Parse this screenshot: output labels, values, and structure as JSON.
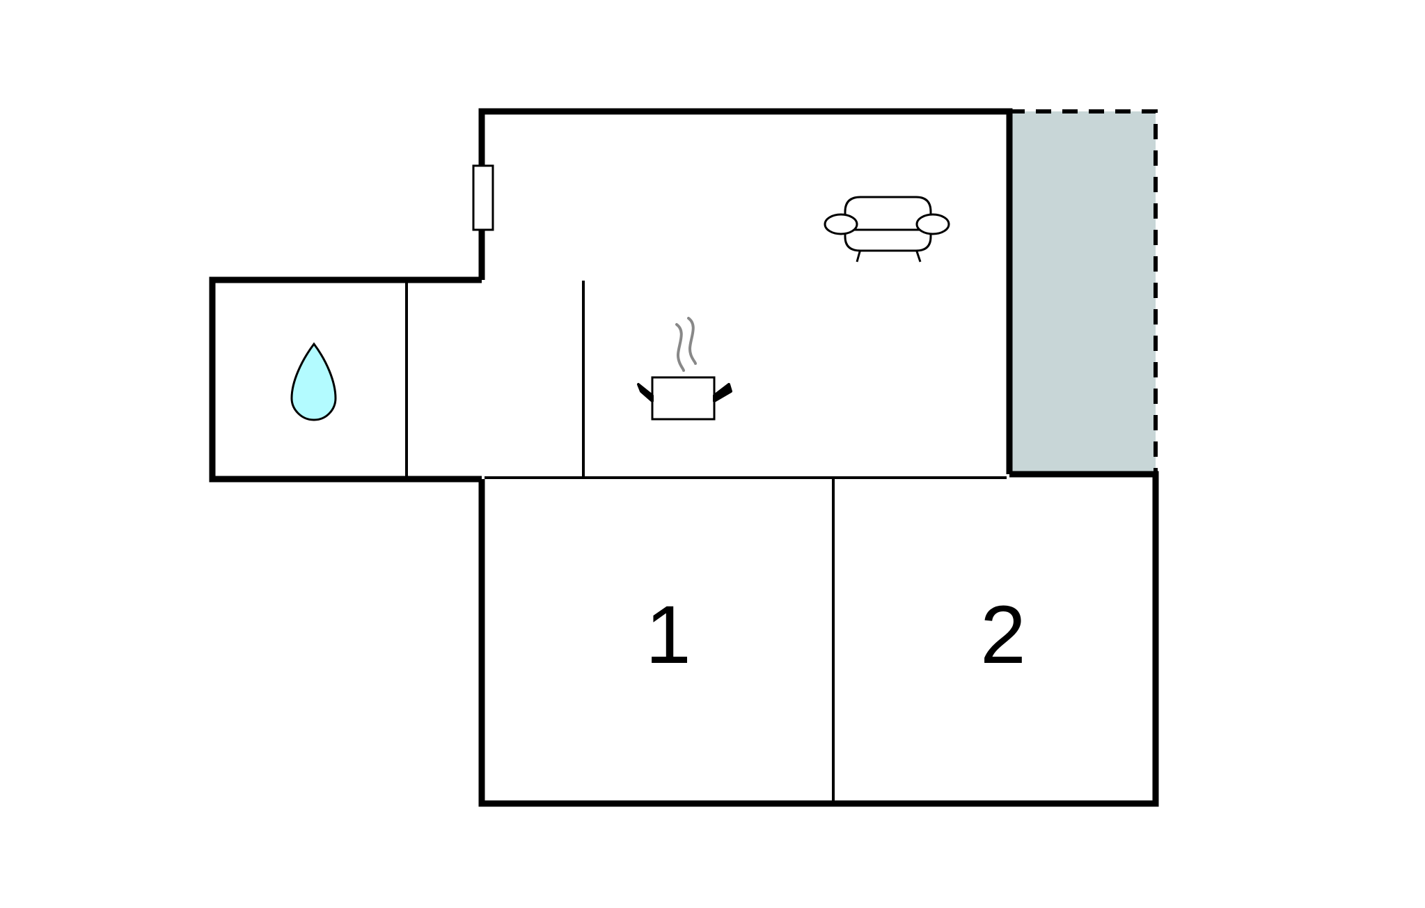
{
  "floorplan": {
    "rooms": [
      {
        "id": "bedroom-1",
        "label": "1"
      },
      {
        "id": "bedroom-2",
        "label": "2"
      }
    ],
    "icons": [
      "water-drop-icon",
      "cooking-pot-icon",
      "sofa-icon",
      "door-icon"
    ],
    "colors": {
      "wall": "#000000",
      "terrace_fill": "#c8d6d7",
      "water": "#b3fbff",
      "steam": "#888888",
      "background": "#ffffff"
    }
  }
}
